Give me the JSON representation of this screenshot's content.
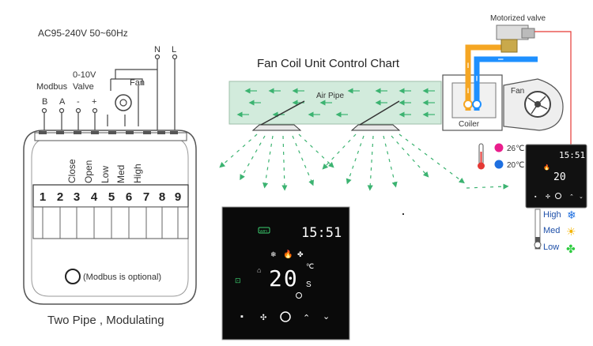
{
  "supply": {
    "voltage": "AC95-240V  50~60Hz",
    "n_label": "N",
    "l_label": "L"
  },
  "signal": {
    "range": "0-10V",
    "protocol": "Modbus",
    "valve": "Valve",
    "fan_label": "Fan"
  },
  "top_terminals": [
    "B",
    "A",
    "-",
    "+"
  ],
  "relay_labels": [
    "Close",
    "Open",
    "Low",
    "Med",
    "High"
  ],
  "terminal_numbers": [
    "1",
    "2",
    "3",
    "4",
    "5",
    "6",
    "7",
    "8",
    "9"
  ],
  "modbus_note": "(Modbus is optional)",
  "diagram_caption": "Two Pipe , Modulating",
  "chart": {
    "title": "Fan Coil Unit Control Chart",
    "air_pipe": "Air Pipe",
    "motorized_valve": "Motorized valve",
    "coiler": "Coiler",
    "fan": "Fan"
  },
  "temps": {
    "hot": "26℃",
    "cold": "20℃"
  },
  "speeds": {
    "high": "High",
    "med": "Med",
    "low": "Low"
  },
  "thermostat": {
    "clock": "15:51",
    "temp": "20",
    "unit": "℃",
    "mode": "S",
    "badge": "WIFI"
  },
  "colors": {
    "hot": "#f5a623",
    "cold": "#1e90ff",
    "pipe": "#d2ebdc",
    "arrow": "#3cb371",
    "wire": "#e53935"
  }
}
